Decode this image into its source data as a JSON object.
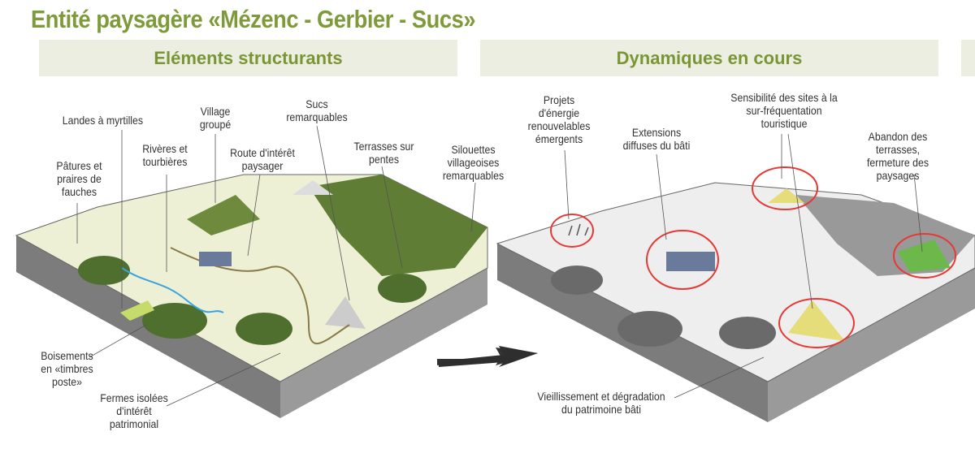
{
  "title": "Entité paysagère «Mézenc - Gerbier - Sucs»",
  "panels": [
    {
      "header": "Eléments structurants",
      "labels": [
        "Landes à myrtilles",
        "Village groupé",
        "Sucs remarquables",
        "Rivères et tourbières",
        "Route d'intérêt paysager",
        "Pâtures et praires de fauches",
        "Terrasses sur pentes",
        "Silouettes villageoises remarquables",
        "Boisements en «timbres poste»",
        "Fermes isolées d'intérêt patrimonial"
      ]
    },
    {
      "header": "Dynamiques en cours",
      "labels": [
        "Projets d'énergie renouvelables émergents",
        "Extensions diffuses du bâti",
        "Sensibilité des sites à la sur-fréquentation touristique",
        "Abandon des terrasses, fermeture des paysages",
        "Vieillissement et dégradation du patrimoine bâti"
      ]
    }
  ],
  "colors": {
    "title": "#7f9a3a",
    "banner": "#ebeee0",
    "highlight": "#e53935"
  }
}
